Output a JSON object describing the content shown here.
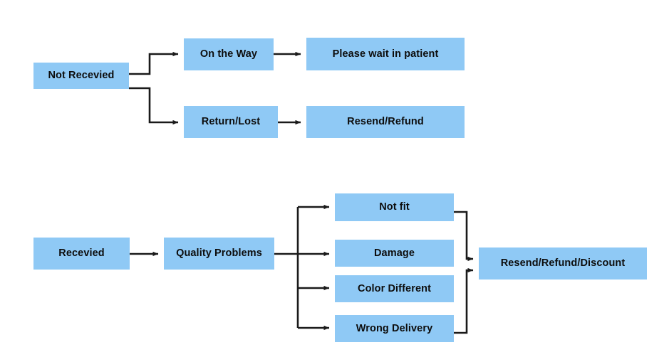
{
  "diagram": {
    "title": "Order Issue Resolution Flowchart",
    "background_color": "#ffffff",
    "node_fill_color": "#8fc9f5",
    "node_text_color": "#0d0d0d",
    "connector_color": "#1a1a1a"
  },
  "sections": [
    {
      "name": "not-received-flow",
      "root": "Not Recevied",
      "nodes": [
        {
          "id": "not_recevied",
          "label": "Not Recevied"
        },
        {
          "id": "on_the_way",
          "label": "On the Way"
        },
        {
          "id": "please_wait",
          "label": "Please wait in patient"
        },
        {
          "id": "return_lost",
          "label": "Return/Lost"
        },
        {
          "id": "resend_refund",
          "label": "Resend/Refund"
        }
      ],
      "edges": [
        {
          "from": "not_recevied",
          "to": "on_the_way"
        },
        {
          "from": "on_the_way",
          "to": "please_wait"
        },
        {
          "from": "not_recevied",
          "to": "return_lost"
        },
        {
          "from": "return_lost",
          "to": "resend_refund"
        }
      ]
    },
    {
      "name": "received-flow",
      "root": "Recevied",
      "nodes": [
        {
          "id": "recevied",
          "label": "Recevied"
        },
        {
          "id": "quality_problems",
          "label": "Quality Problems"
        },
        {
          "id": "not_fit",
          "label": "Not fit"
        },
        {
          "id": "damage",
          "label": "Damage"
        },
        {
          "id": "color_different",
          "label": "Color Different"
        },
        {
          "id": "wrong_delivery",
          "label": "Wrong Delivery"
        },
        {
          "id": "resend_refund_discount",
          "label": "Resend/Refund/Discount"
        }
      ],
      "edges": [
        {
          "from": "recevied",
          "to": "quality_problems"
        },
        {
          "from": "quality_problems",
          "to": "not_fit"
        },
        {
          "from": "quality_problems",
          "to": "damage"
        },
        {
          "from": "quality_problems",
          "to": "color_different"
        },
        {
          "from": "quality_problems",
          "to": "wrong_delivery"
        },
        {
          "from": "not_fit",
          "to": "resend_refund_discount"
        },
        {
          "from": "wrong_delivery",
          "to": "resend_refund_discount"
        }
      ]
    }
  ],
  "labels": {
    "not_recevied": "Not Recevied",
    "on_the_way": "On the Way",
    "please_wait": "Please wait in patient",
    "return_lost": "Return/Lost",
    "resend_refund": "Resend/Refund",
    "recevied": "Recevied",
    "quality_problems": "Quality Problems",
    "not_fit": "Not fit",
    "damage": "Damage",
    "color_different": "Color Different",
    "wrong_delivery": "Wrong Delivery",
    "resend_refund_discount": "Resend/Refund/Discount"
  }
}
